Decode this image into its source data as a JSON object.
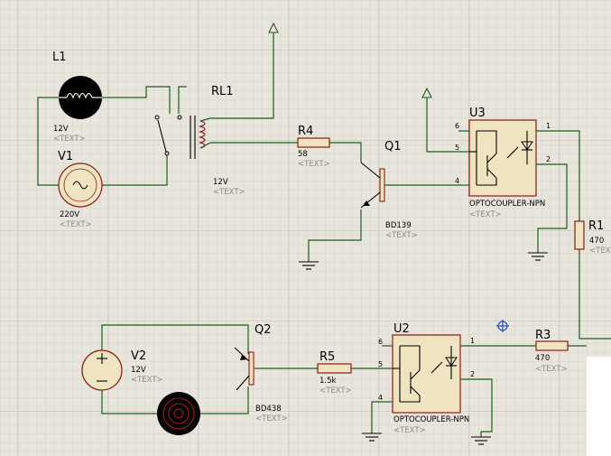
{
  "colors": {
    "background": "#e8e6dc",
    "grid_minor": "#d3d1c6",
    "grid_major": "#bebcae",
    "wire": "#1e5a1e",
    "component_outline": "#8b1a1a",
    "component_fill": "#efe3c0",
    "text_placeholder": "#8a8a8a"
  },
  "components": {
    "L1": {
      "ref": "L1",
      "value": "12V",
      "text": "<TEXT>"
    },
    "V1": {
      "ref": "V1",
      "value": "220V",
      "text": "<TEXT>"
    },
    "RL1": {
      "ref": "RL1",
      "value": "12V",
      "text": "<TEXT>"
    },
    "R4": {
      "ref": "R4",
      "value": "58",
      "text": "<TEXT>"
    },
    "Q1": {
      "ref": "Q1",
      "value": "BD139",
      "text": "<TEXT>"
    },
    "U3": {
      "ref": "U3",
      "value": "OPTOCOUPLER-NPN",
      "text": "<TEXT>",
      "pins": [
        "6",
        "5",
        "4",
        "1",
        "2"
      ]
    },
    "R1": {
      "ref": "R1",
      "value": "470",
      "text": "<TEXT>"
    },
    "V2": {
      "ref": "V2",
      "value": "12V",
      "text": "<TEXT>"
    },
    "Q2": {
      "ref": "Q2",
      "value": "BD438",
      "text": "<TEXT>"
    },
    "R5": {
      "ref": "R5",
      "value": "1.5k",
      "text": "<TEXT>"
    },
    "U2": {
      "ref": "U2",
      "value": "OPTOCOUPLER-NPN",
      "text": "<TEXT>",
      "pins": [
        "6",
        "5",
        "4",
        "1",
        "2"
      ]
    },
    "R3": {
      "ref": "R3",
      "value": "470",
      "text": "<TEXT>"
    }
  }
}
